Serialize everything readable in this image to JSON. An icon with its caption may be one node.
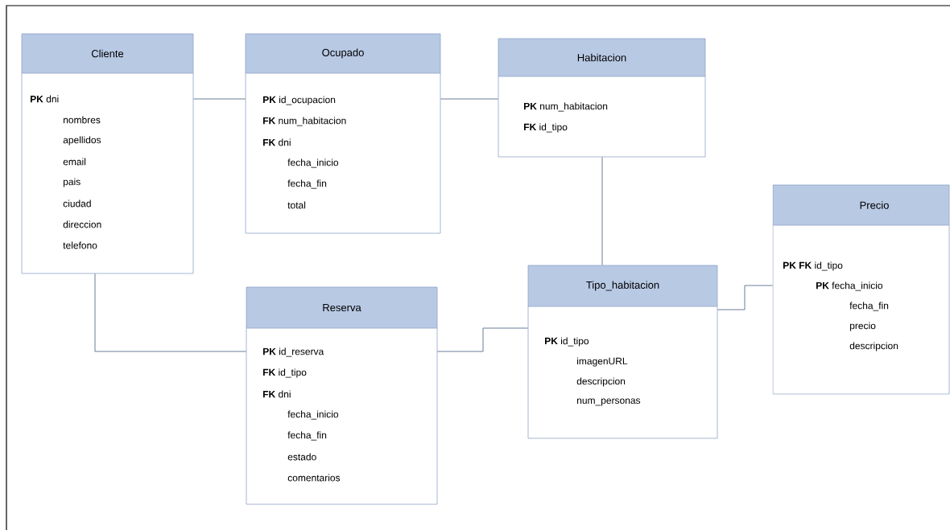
{
  "diagram": {
    "nodes": [
      {
        "text": [
          "Cliente",
          "**PK** dni",
          "nombres",
          "apellidos",
          "email",
          "pais",
          "ciudad",
          "direccion",
          "telefono"
        ]
      },
      {
        "text": [
          "Ocupado",
          "**PK**  id_ocupacion",
          "**FK**  num_habitacion",
          "**FK**  dni",
          "fecha_inicio",
          "fecha_fin",
          "total"
        ]
      },
      {
        "text": [
          "Habitacion",
          "**PK** num_habitacion",
          "**FK** id_tipo"
        ]
      },
      {
        "text": [
          "Precio",
          "**PK FK**  id_tipo",
          "**PK** fecha_inicio",
          "fecha_fin",
          "precio",
          "descripcion"
        ]
      },
      {
        "text": [
          "Tipo_habitacion",
          "**PK**  id_tipo",
          "imagenURL",
          "descripcion",
          "num_personas"
        ]
      },
      {
        "text": [
          "Reserva",
          "**PK**  id_reserva",
          "**FK**  id_tipo",
          "**FK**  dni",
          "fecha_inicio",
          "fecha_fin",
          "estado",
          "comentarios"
        ]
      }
    ],
    "edges": [
      {
        "from": 0,
        "to": 1,
        "arrow": "none"
      },
      {
        "from": 1,
        "to": 2,
        "arrow": "none"
      },
      {
        "from": 2,
        "to": 4,
        "arrow": "none"
      },
      {
        "from": 4,
        "to": 3,
        "arrow": "none"
      },
      {
        "from": 0,
        "to": 5,
        "arrow": "none"
      },
      {
        "from": 5,
        "to": 4,
        "arrow": "none"
      }
    ]
  }
}
